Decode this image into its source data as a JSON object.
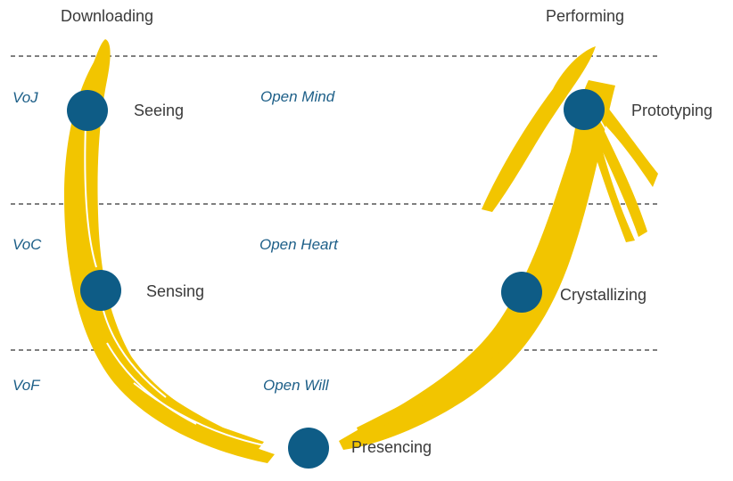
{
  "top_labels": {
    "left": "Downloading",
    "right": "Performing"
  },
  "voices": {
    "judgment": "VoJ",
    "cynicism": "VoC",
    "fear": "VoF"
  },
  "openings": {
    "mind": "Open Mind",
    "heart": "Open Heart",
    "will": "Open Will"
  },
  "stages": {
    "seeing": "Seeing",
    "sensing": "Sensing",
    "presencing": "Presencing",
    "crystallizing": "Crystallizing",
    "prototyping": "Prototyping"
  },
  "colors": {
    "curve": "#f2c500",
    "node": "#0e5c86",
    "divider": "#333333",
    "voice_text": "#1d5f88"
  }
}
